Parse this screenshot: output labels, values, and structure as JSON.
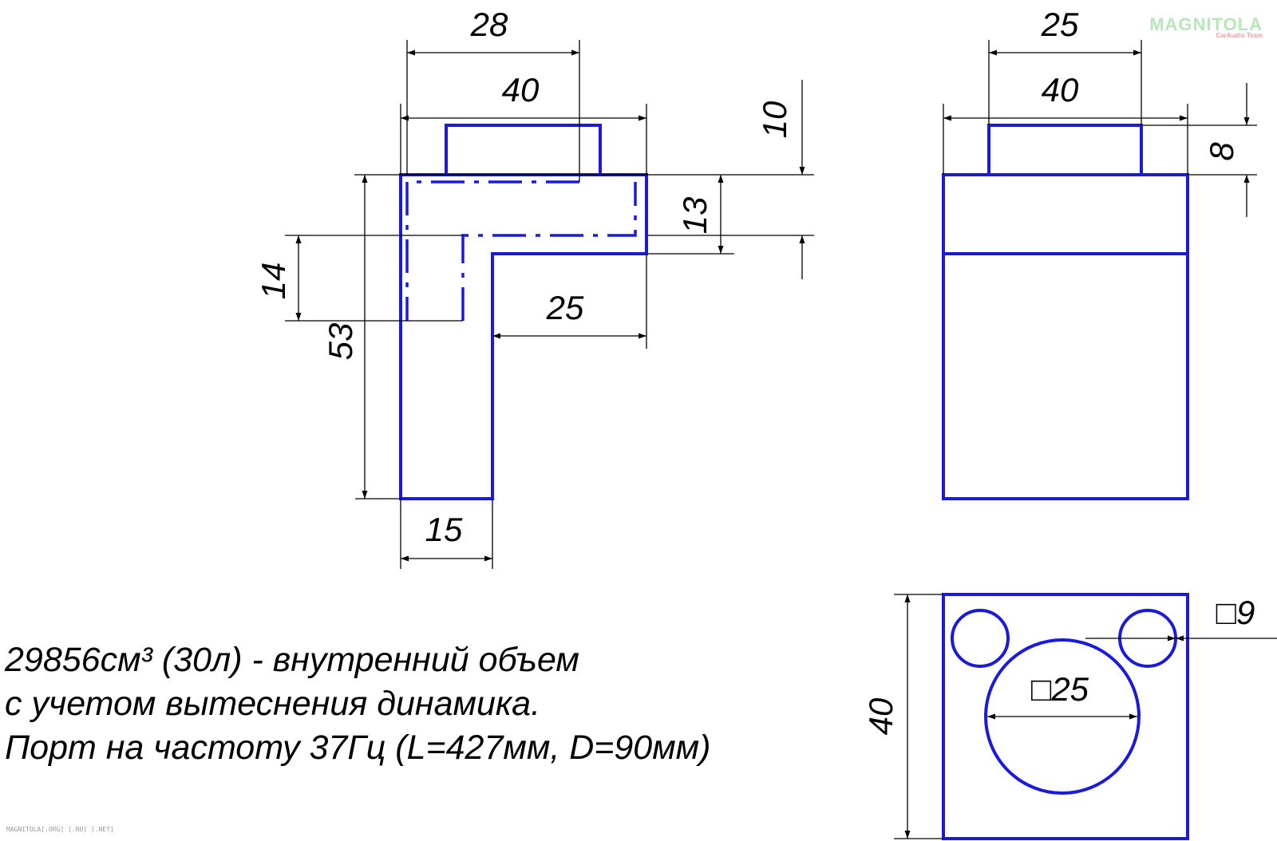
{
  "dimensions": {
    "front_top_outer": "28",
    "front_top_inner": "40",
    "front_right_ten": "10",
    "front_right_thirteen": "13",
    "front_left_fourteen": "14",
    "front_left_total": "53",
    "front_leg_depth": "25",
    "front_bottom_width": "15",
    "side_top_outer": "25",
    "side_top_inner": "40",
    "side_right_eight": "8",
    "bottom_left_height": "40",
    "small_hole": "□9",
    "large_hole": "□25"
  },
  "notes": [
    "29856см³ (30л) - внутренний объем",
    "с учетом вытеснения динамика.",
    "Порт на частоту 37Гц (L=427мм, D=90мм)"
  ],
  "watermark": {
    "brand": "MAGNITOLA",
    "sub": "CarAudio Team"
  },
  "footer": "MAGNITOLA[.ORG] [.RU] [.NET]"
}
